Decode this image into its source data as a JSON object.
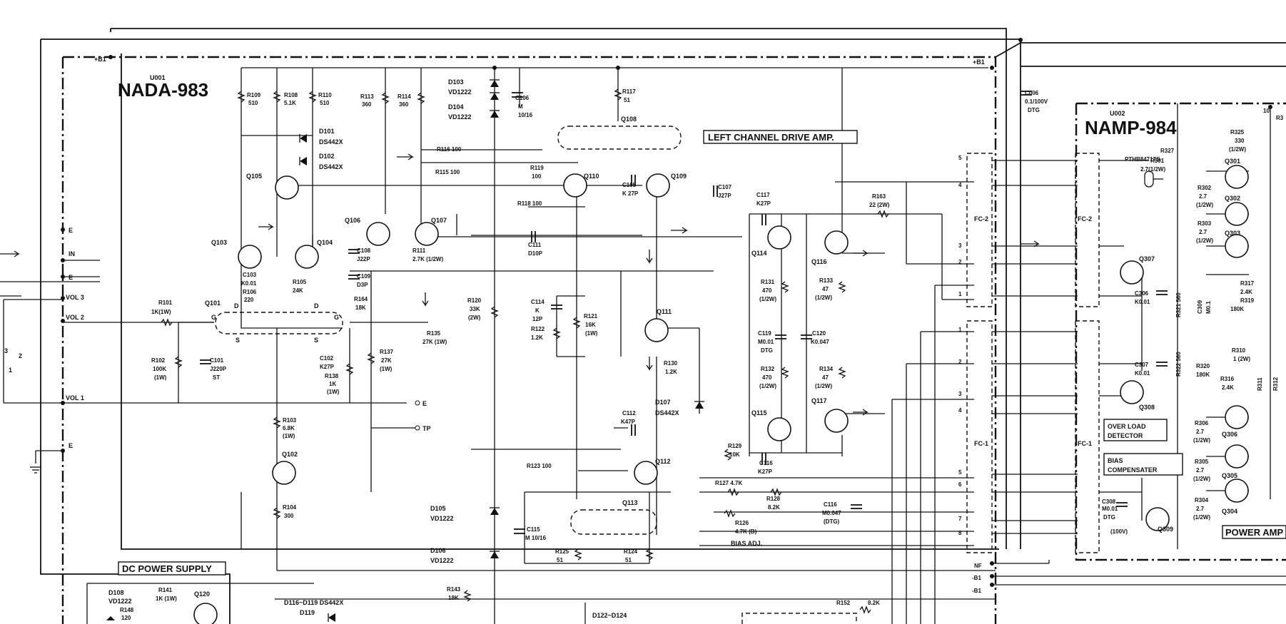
{
  "modules": {
    "left": {
      "ref": "U001",
      "name": "NADA-983"
    },
    "right": {
      "ref": "U002",
      "name": "NAMP-984"
    }
  },
  "sections": {
    "drive": "LEFT CHANNEL DRIVE AMP.",
    "dc_supply": "DC POWER SUPPLY",
    "overload": [
      "OVER LOAD",
      "DETECTOR"
    ],
    "bias_comp": [
      "BIAS",
      "COMPENSATER"
    ],
    "bias_adj": "BIAS ADJ.",
    "power_amp": "POWER AMP"
  },
  "rails": {
    "b1_pos": "+B1",
    "b1_neg": "-B1",
    "nf": "NF"
  },
  "left_inputs": [
    "E",
    "IN",
    "E",
    "VOL 3",
    "VOL 2",
    "VOL 1",
    "E"
  ],
  "pot_pins": [
    "3",
    "2",
    "1"
  ],
  "outputs": {
    "e": "E",
    "tp": "TP"
  },
  "connectors": {
    "fc2": "FC-2",
    "fc1": "FC-1"
  },
  "fc_upper_pins": [
    "5",
    "4",
    "3",
    "2",
    "1"
  ],
  "fc_lower_pins": [
    "1",
    "2",
    "3",
    "4",
    "5",
    "6",
    "7",
    "8"
  ],
  "fet": {
    "d": "D",
    "g": "G",
    "s": "S"
  },
  "transistors": [
    "Q101",
    "Q102",
    "Q103",
    "Q104",
    "Q105",
    "Q106",
    "Q107",
    "Q108",
    "Q109",
    "Q110",
    "Q111",
    "Q112",
    "Q113",
    "Q114",
    "Q115",
    "Q116",
    "Q117",
    "Q120",
    "Q301",
    "Q302",
    "Q303",
    "Q304",
    "Q305",
    "Q306",
    "Q307",
    "Q308",
    "Q309"
  ],
  "diodes": {
    "D101": "D101",
    "D101v": "DS442X",
    "D102": "D102",
    "D102v": "DS442X",
    "D103": "D103",
    "D103v": "VD1222",
    "D104": "D104",
    "D104v": "VD1222",
    "D105": "D105",
    "D105v": "VD1222",
    "D106": "D106",
    "D106v": "VD1222",
    "D107": "D107",
    "D107v": "DS442X",
    "D108": "D108",
    "D108v": "VD1222",
    "D116": "D116~D119  DS442X",
    "D119": "D119",
    "D122": "D122~D124"
  },
  "resistors": {
    "R101": "R101",
    "R101v": "1K(1W)",
    "R102": "R102",
    "R102v": "100K",
    "R102w": "(1W)",
    "R103": "R103",
    "R103v": "6.8K",
    "R103w": "(1W)",
    "R104": "R104",
    "R104v": "300",
    "R105": "R105",
    "R105v": "24K",
    "R106": "R106",
    "R106v": "220",
    "R108": "R108",
    "R108v": "5.1K",
    "R109": "R109",
    "R109v": "510",
    "R110": "R110",
    "R110v": "510",
    "R111": "R111",
    "R111v": "2.7K (1/2W)",
    "R113": "R113",
    "R113v": "360",
    "R114": "R114",
    "R114v": "360",
    "R115": "R115  100",
    "R116": "R116  100",
    "R117": "R117",
    "R117v": "51",
    "R118": "R118  100",
    "R119": "R119",
    "R119v": "100",
    "R120": "R120",
    "R120v": "33K",
    "R120w": "(2W)",
    "R121": "R121",
    "R121v": "16K",
    "R121w": "(1W)",
    "R122": "R122",
    "R122v": "1.2K",
    "R123": "R123  100",
    "R124": "R124",
    "R124v": "51",
    "R125": "R125",
    "R125v": "51",
    "R126": "R126",
    "R126v": "4.7K (B)",
    "R127": "R127 4.7K",
    "R128": "R128",
    "R128v": "8.2K",
    "R129": "R129",
    "R129v": "10K",
    "R130": "R130",
    "R130v": "1.2K",
    "R131": "R131",
    "R131v": "470",
    "R131w": "(1/2W)",
    "R132": "R132",
    "R132v": "470",
    "R132w": "(1/2W)",
    "R133": "R133",
    "R133v": "47",
    "R133w": "(1/2W)",
    "R134": "R134",
    "R134v": "47",
    "R134w": "(1/2W)",
    "R135": "R135",
    "R135v": "27K (1W)",
    "R137": "R137",
    "R137v": "27K",
    "R137w": "(1W)",
    "R138": "R138",
    "R138v": "1K",
    "R138w": "(1W)",
    "R141": "R141",
    "R141v": "1K (1W)",
    "R143": "R143",
    "R143v": "18K",
    "R148": "R148",
    "R148v": "120",
    "R152": "R152",
    "R152v": "8.2K",
    "R163": "R163",
    "R163v": "22 (2W)",
    "R164": "R164",
    "R164v": "18K",
    "R301": "R301",
    "R301v": "2.7(1/2W)",
    "R302": "R302",
    "R302v": "2.7",
    "R302w": "(1/2W)",
    "R303": "R303",
    "R303v": "2.7",
    "R303w": "(1/2W)",
    "R304": "R304",
    "R304v": "2.7",
    "R304w": "(1/2W)",
    "R305": "R305",
    "R305v": "2.7",
    "R305w": "(1/2W)",
    "R306": "R306",
    "R306v": "2.7",
    "R306w": "(1/2W)",
    "R310": "R310",
    "R310v": "1 (2W)",
    "R316": "R316",
    "R316v": "2.4K",
    "R317": "R317",
    "R317v": "2.4K",
    "R319": "R319",
    "R319v": "180K",
    "R320": "R320",
    "R320v": "180K",
    "R321": "R321 560",
    "R322": "R322 560",
    "R325": "R325",
    "R325v": "330",
    "R325w": "(1/2W)",
    "R327": "R327",
    "R327v": "PTHB8471TS"
  },
  "capacitors": {
    "C006": "C006",
    "C006v": "0.1/100V",
    "C006w": "DTG",
    "C101": "C101",
    "C101v": "J220P",
    "C101w": "ST",
    "C102": "C102",
    "C102v": "K27P",
    "C103": "C103",
    "C103v": "K0.01",
    "C105": "C105",
    "C105v": "K 27P",
    "C106": "C106",
    "C106v": "M",
    "C106w": "10/16",
    "C107": "C107",
    "C107v": "J27P",
    "C108": "C108",
    "C108v": "J22P",
    "C109": "C109",
    "C109v": "D3P",
    "C111": "C111",
    "C111v": "D10P",
    "C112": "C112",
    "C112v": "K47P",
    "C114": "C114",
    "C114v": "K",
    "C114w": "12P",
    "C115": "C115",
    "C115v": "M 10/16",
    "C116": "C116",
    "C116v": "M0.047",
    "C116w": "(DTG)",
    "C116b": "C116",
    "C116bv": "K27P",
    "C117": "C117",
    "C117v": "K27P",
    "C119": "C119",
    "C119v": "M0.01",
    "C119w": "DTG",
    "C120": "C120",
    "C120v": "K0.047",
    "C306": "C306",
    "C306v": "K0.01",
    "C307": "C307",
    "C307v": "K0.01",
    "C308": "C308",
    "C308v": "M0.01",
    "C308w": "DTG",
    "C309": "C309",
    "C309v": "M0.1",
    "v100": "(100V)"
  },
  "misc": {
    "r311": "R311",
    "r312": "R312",
    "b1": "B1",
    "r325lbl": "R3",
    "top_pin": "10"
  }
}
